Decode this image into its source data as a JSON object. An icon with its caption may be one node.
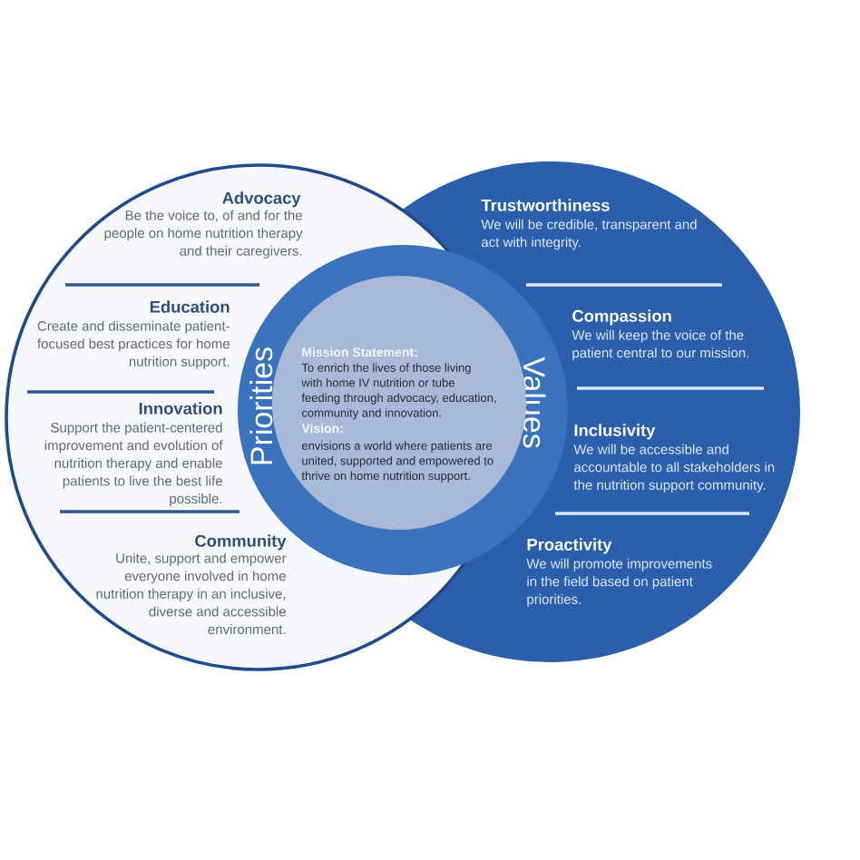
{
  "diagram": {
    "nodes": [
      {
        "text": [
          "Advocacy",
          "Be the voice to, of and for the people on home nutrition therapy and their caregivers.",
          "Education",
          "Create and disseminate patient-focused best practices for home nutrition support.",
          "Innovation",
          "Support the patient-centered improvement and evolution of nutrition therapy and enable patients to live the best life possible.",
          "Community",
          "Unite, support and empower everyone involved in home nutrition therapy in an inclusive, diverse and accessible environment."
        ]
      },
      {
        "text": [
          "Trustworthiness",
          "We will be credible, transparent and act with integrity.",
          "Compassion",
          "We will keep the voice of the patient central to our mission.",
          "Inclusivity",
          "We will be accessible and accountable to all stakeholders in the nutrition support community.",
          "Proactivity",
          "We will promote improvements in the field based on patient priorities."
        ]
      },
      {
        "text": [
          "Priorities",
          "Values"
        ]
      },
      {
        "text": [
          "Mission Statement:",
          "To enrich the lives of those living with home IV nutrition or tube feeding through advocacy, education, community and innovation.",
          "Vision:",
          "envisions a world where patients are united, supported and empowered to thrive on home nutrition support."
        ],
        "in": 2
      }
    ]
  }
}
